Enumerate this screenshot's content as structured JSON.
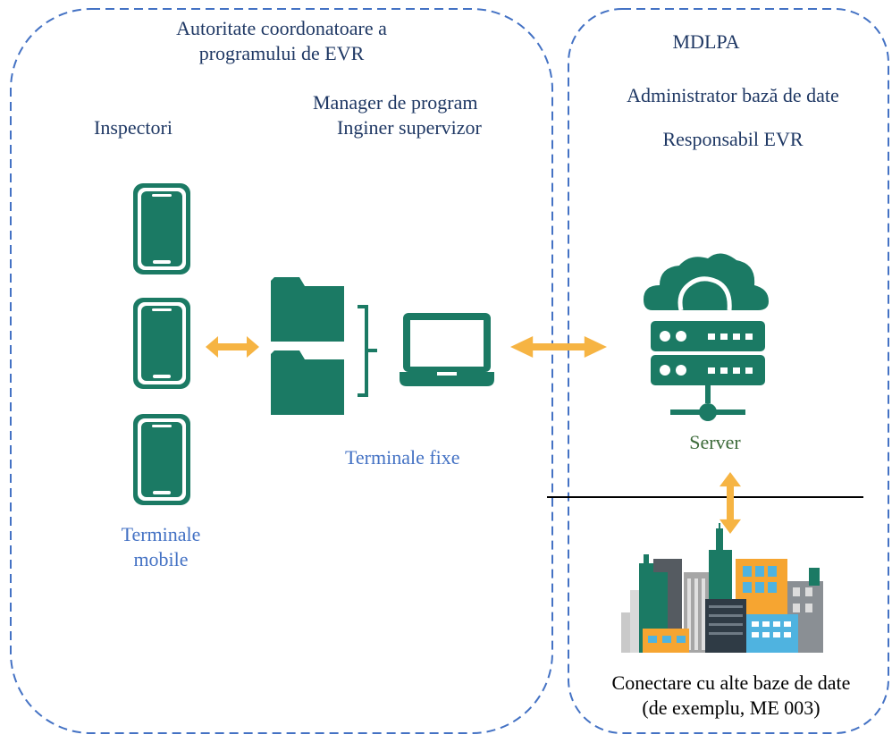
{
  "colors": {
    "dashed_border": "#4472c4",
    "icon_green": "#1b7a64",
    "arrow_orange": "#f6b443",
    "title_text": "#1f3864",
    "label_blue": "#4472c4",
    "server_label": "#3d6b3a",
    "divider": "#000000"
  },
  "left_zone": {
    "title_line1": "Autoritate coordonatoare a",
    "title_line2": "programului de EVR",
    "role_inspectori": "Inspectori",
    "role_manager": "Manager de program",
    "role_inginer": "Inginer supervizor",
    "mobile_label_line1": "Terminale",
    "mobile_label_line2": "mobile",
    "fixed_label": "Terminale fixe"
  },
  "right_zone": {
    "title": "MDLPA",
    "role_admin": "Administrator bază de date",
    "role_responsabil": "Responsabil EVR",
    "server_label": "Server",
    "connect_line1": "Conectare cu alte baze de date",
    "connect_line2": "(de exemplu, ME 003)"
  },
  "icons": {
    "phones": [
      "smartphone-icon",
      "smartphone-icon",
      "smartphone-icon"
    ],
    "folders": [
      "folder-icon",
      "folder-icon"
    ],
    "laptop": "laptop-icon",
    "server": "cloud-server-icon",
    "city": "city-buildings-icon"
  }
}
